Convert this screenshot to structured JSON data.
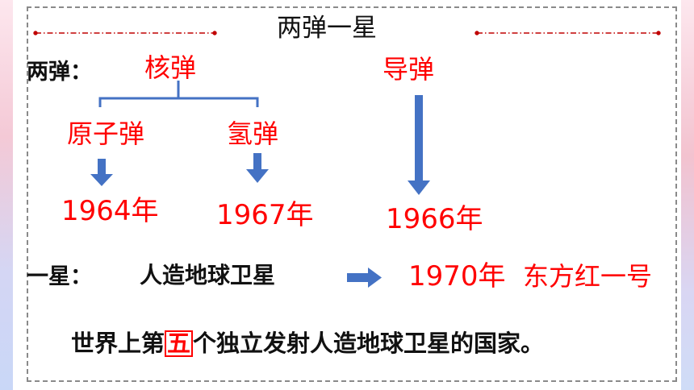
{
  "title": "两弹一星",
  "liangdan": {
    "label": "两弹：",
    "nuclear": "核弹",
    "atomic": "原子弹",
    "hydrogen": "氢弹",
    "atomic_year": "1964年",
    "hydrogen_year": "1967年",
    "missile": "导弹",
    "missile_year": "1966年"
  },
  "yixing": {
    "label": "一星：",
    "satellite": "人造地球卫星",
    "year": "1970年",
    "name": "东方红一号"
  },
  "sentence": {
    "before": "世界上第",
    "highlight": "五",
    "after": "个独立发射人造地球卫星的国家。"
  },
  "colors": {
    "accent": "#ff0000",
    "arrow": "#4472c4",
    "ornament": "#c00000"
  }
}
